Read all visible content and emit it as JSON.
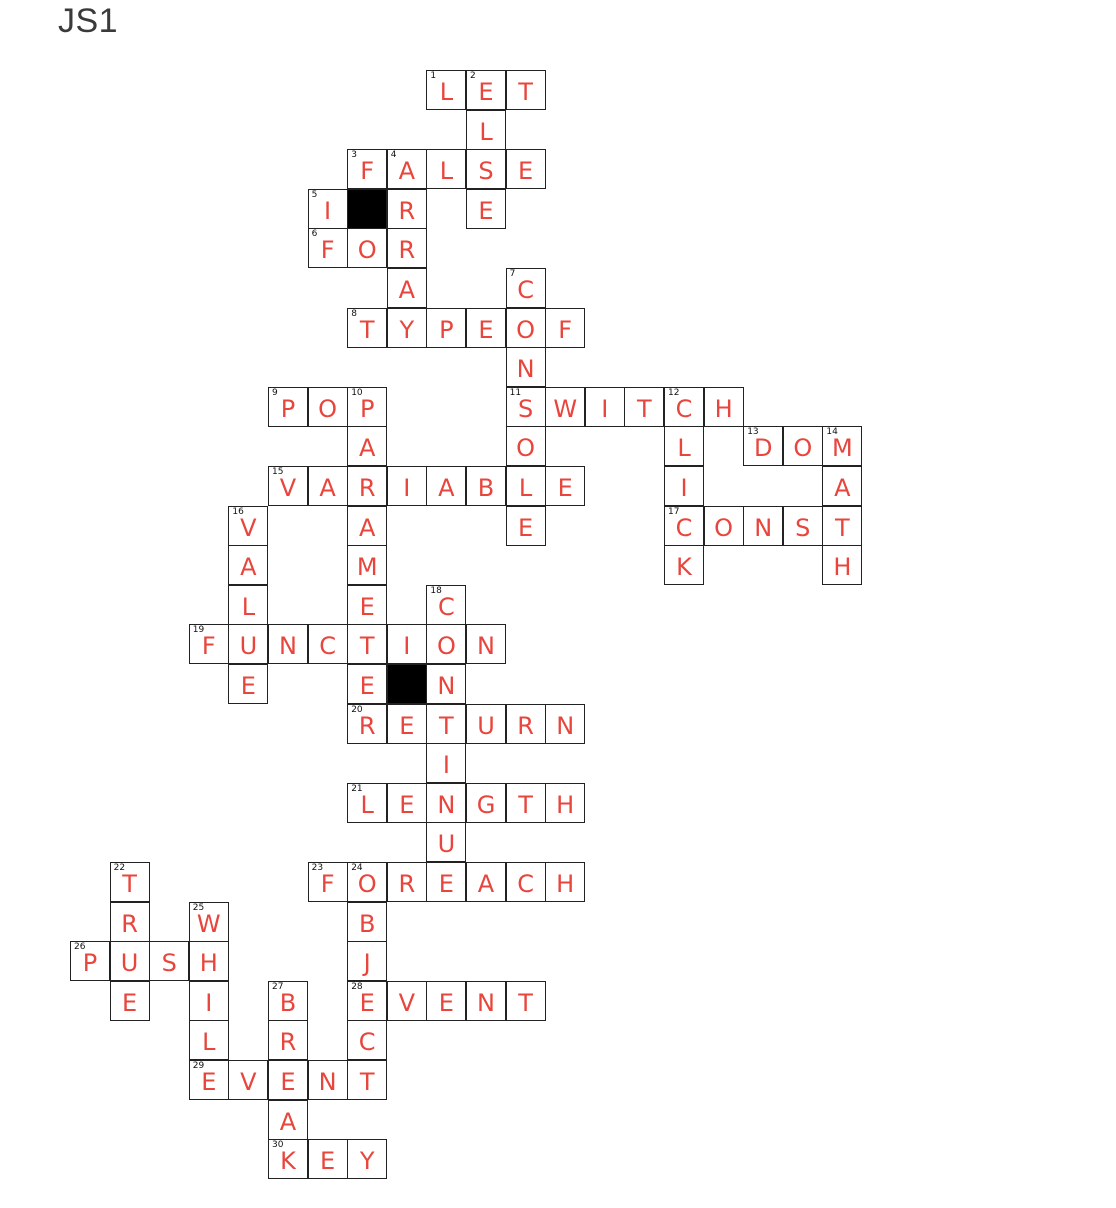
{
  "title": "JS1",
  "colors": {
    "letter": "#e8453c",
    "grid_line": "#222222",
    "black_cell": "#000000"
  },
  "words": [
    {
      "num": "1",
      "dir": "across",
      "row": 0,
      "col": 9,
      "answer": "LET"
    },
    {
      "num": "2",
      "dir": "down",
      "row": 0,
      "col": 10,
      "answer": "ELSE"
    },
    {
      "num": "3",
      "dir": "across",
      "row": 2,
      "col": 7,
      "answer": "FALSE"
    },
    {
      "num": "4",
      "dir": "down",
      "row": 2,
      "col": 8,
      "answer": "ARRAY"
    },
    {
      "num": "5",
      "dir": "down",
      "row": 3,
      "col": 6,
      "answer": "IF"
    },
    {
      "num": "6",
      "dir": "across",
      "row": 4,
      "col": 6,
      "answer": "FOR"
    },
    {
      "num": "7",
      "dir": "down",
      "row": 5,
      "col": 11,
      "answer": "CONSOLE"
    },
    {
      "num": "8",
      "dir": "across",
      "row": 6,
      "col": 7,
      "answer": "TYPEOF"
    },
    {
      "num": "9",
      "dir": "across",
      "row": 8,
      "col": 5,
      "answer": "POP"
    },
    {
      "num": "10",
      "dir": "down",
      "row": 8,
      "col": 7,
      "answer": "PARAMETER"
    },
    {
      "num": "11",
      "dir": "across",
      "row": 8,
      "col": 11,
      "answer": "SWITCH"
    },
    {
      "num": "12",
      "dir": "down",
      "row": 8,
      "col": 15,
      "answer": "CLICK"
    },
    {
      "num": "13",
      "dir": "across",
      "row": 9,
      "col": 17,
      "answer": "DOM"
    },
    {
      "num": "14",
      "dir": "down",
      "row": 9,
      "col": 19,
      "answer": "MATH"
    },
    {
      "num": "15",
      "dir": "across",
      "row": 10,
      "col": 5,
      "answer": "VARIABLE"
    },
    {
      "num": "16",
      "dir": "down",
      "row": 11,
      "col": 4,
      "answer": "VALUE"
    },
    {
      "num": "17",
      "dir": "across",
      "row": 11,
      "col": 15,
      "answer": "CONST"
    },
    {
      "num": "18",
      "dir": "down",
      "row": 13,
      "col": 9,
      "answer": "CONTINUE"
    },
    {
      "num": "19",
      "dir": "across",
      "row": 14,
      "col": 3,
      "answer": "FUNCTION"
    },
    {
      "num": "20",
      "dir": "across",
      "row": 16,
      "col": 7,
      "answer": "RETURN"
    },
    {
      "num": "21",
      "dir": "across",
      "row": 18,
      "col": 7,
      "answer": "LENGTH"
    },
    {
      "num": "22",
      "dir": "down",
      "row": 20,
      "col": 1,
      "answer": "TRUE"
    },
    {
      "num": "23",
      "dir": "across",
      "row": 20,
      "col": 6,
      "answer": "FOREACH"
    },
    {
      "num": "24",
      "dir": "down",
      "row": 20,
      "col": 7,
      "answer": "OBJECT"
    },
    {
      "num": "25",
      "dir": "down",
      "row": 21,
      "col": 3,
      "answer": "WHILE"
    },
    {
      "num": "26",
      "dir": "across",
      "row": 22,
      "col": 0,
      "answer": "PUSH"
    },
    {
      "num": "27",
      "dir": "down",
      "row": 23,
      "col": 5,
      "answer": "BREAK"
    },
    {
      "num": "28",
      "dir": "across",
      "row": 23,
      "col": 7,
      "answer": "EVENT"
    },
    {
      "num": "29",
      "dir": "across",
      "row": 25,
      "col": 3,
      "answer": "EVENT"
    },
    {
      "num": "30",
      "dir": "across",
      "row": 27,
      "col": 5,
      "answer": "KEY"
    }
  ],
  "black_cells": [
    {
      "row": 3,
      "col": 7
    },
    {
      "row": 15,
      "col": 8
    }
  ]
}
